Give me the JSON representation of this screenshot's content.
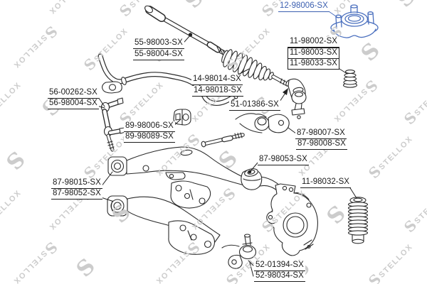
{
  "page": {
    "background": "#ffffff"
  },
  "watermark": {
    "text": "STELLOX",
    "logo_letter": "S",
    "color": "#cccccc"
  },
  "diagram": {
    "type": "exploded-parts-diagram",
    "line_color": "#2b2b2b",
    "highlight_color": "#3b5fb0",
    "highlighted_part_number": "12-98006-SX",
    "labels": {
      "l12_98006": "12-98006-SX",
      "l55_98003": "55-98003-SX",
      "l55_98004": "55-98004-SX",
      "l11_98002": "11-98002-SX",
      "l11_98003": "11-98003-SX",
      "l11_98033": "11-98033-SX",
      "l14_98014": "14-98014-SX",
      "l14_98018": "14-98018-SX",
      "l51_01386": "51-01386-SX",
      "l56_00262": "56-00262-SX",
      "l56_98004": "56-98004-SX",
      "l89_98006": "89-98006-SX",
      "l89_98089": "89-98089-SX",
      "l87_98007": "87-98007-SX",
      "l87_98008": "87-98008-SX",
      "l87_98053": "87-98053-SX",
      "l87_98015": "87-98015-SX",
      "l87_98052": "87-98052-SX",
      "l11_98032": "11-98032-SX",
      "l52_01394": "52-01394-SX",
      "l52_98034": "52-98034-SX"
    }
  }
}
